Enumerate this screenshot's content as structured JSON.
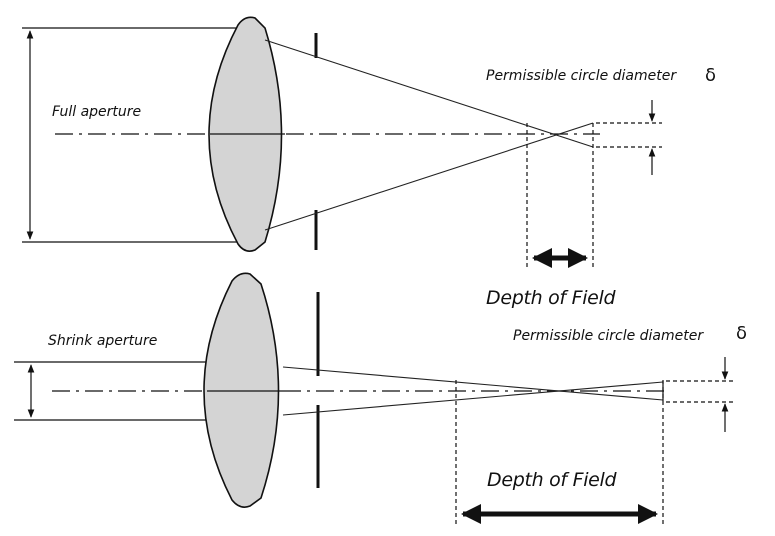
{
  "top_panel": {
    "aperture_label": "Full aperture",
    "circle_label": "Permissible circle diameter",
    "delta_symbol": "δ",
    "dof_label": "Depth of Field"
  },
  "bottom_panel": {
    "aperture_label": "Shrink aperture",
    "circle_label": "Permissible circle diameter",
    "delta_symbol": "δ",
    "dof_label": "Depth of Field"
  },
  "colors": {
    "lens_fill": "#d4d4d4",
    "line": "#111111"
  }
}
